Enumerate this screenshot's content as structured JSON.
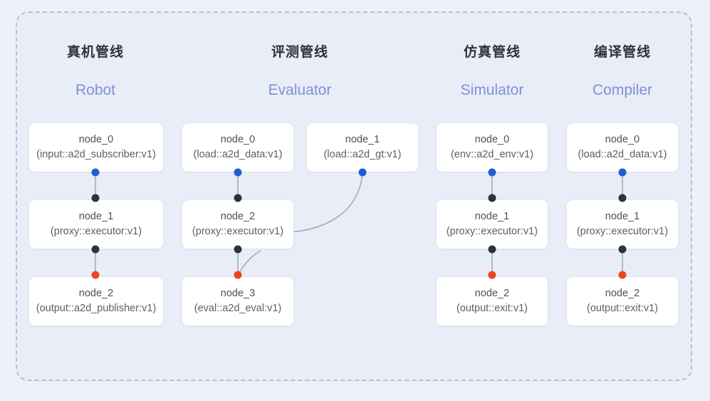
{
  "diagram": {
    "title_present": false,
    "background_color": "#eef1fa",
    "card_background_color": "#e9edf8",
    "card_border_color": "#b9bfcc",
    "edge_color": "#9aa2b4",
    "port_colors": {
      "source": "#1f5fd6",
      "relay": "#2f3338",
      "sink": "#ed4524"
    }
  },
  "columns": [
    {
      "id": "robot",
      "title_cn": "真机管线",
      "title_en": "Robot",
      "nodes": [
        {
          "id": "node_0",
          "kind": "(input::a2d_subscriber:v1)"
        },
        {
          "id": "node_1",
          "kind": "(proxy::executor:v1)"
        },
        {
          "id": "node_2",
          "kind": "(output::a2d_publisher:v1)"
        }
      ]
    },
    {
      "id": "evaluator",
      "title_cn": "评测管线",
      "title_en": "Evaluator",
      "nodes": [
        {
          "id": "node_0",
          "kind": "(load::a2d_data:v1)"
        },
        {
          "id": "node_1",
          "kind": "(load::a2d_gt:v1)"
        },
        {
          "id": "node_2",
          "kind": "(proxy::executor:v1)"
        },
        {
          "id": "node_3",
          "kind": "(eval::a2d_eval:v1)"
        }
      ]
    },
    {
      "id": "simulator",
      "title_cn": "仿真管线",
      "title_en": "Simulator",
      "nodes": [
        {
          "id": "node_0",
          "kind": "(env::a2d_env:v1)"
        },
        {
          "id": "node_1",
          "kind": "(proxy::executor:v1)"
        },
        {
          "id": "node_2",
          "kind": "(output::exit:v1)"
        }
      ]
    },
    {
      "id": "compiler",
      "title_cn": "编译管线",
      "title_en": "Compiler",
      "nodes": [
        {
          "id": "node_0",
          "kind": "(load::a2d_data:v1)"
        },
        {
          "id": "node_1",
          "kind": "(proxy::executor:v1)"
        },
        {
          "id": "node_2",
          "kind": "(output::exit:v1)"
        }
      ]
    }
  ]
}
